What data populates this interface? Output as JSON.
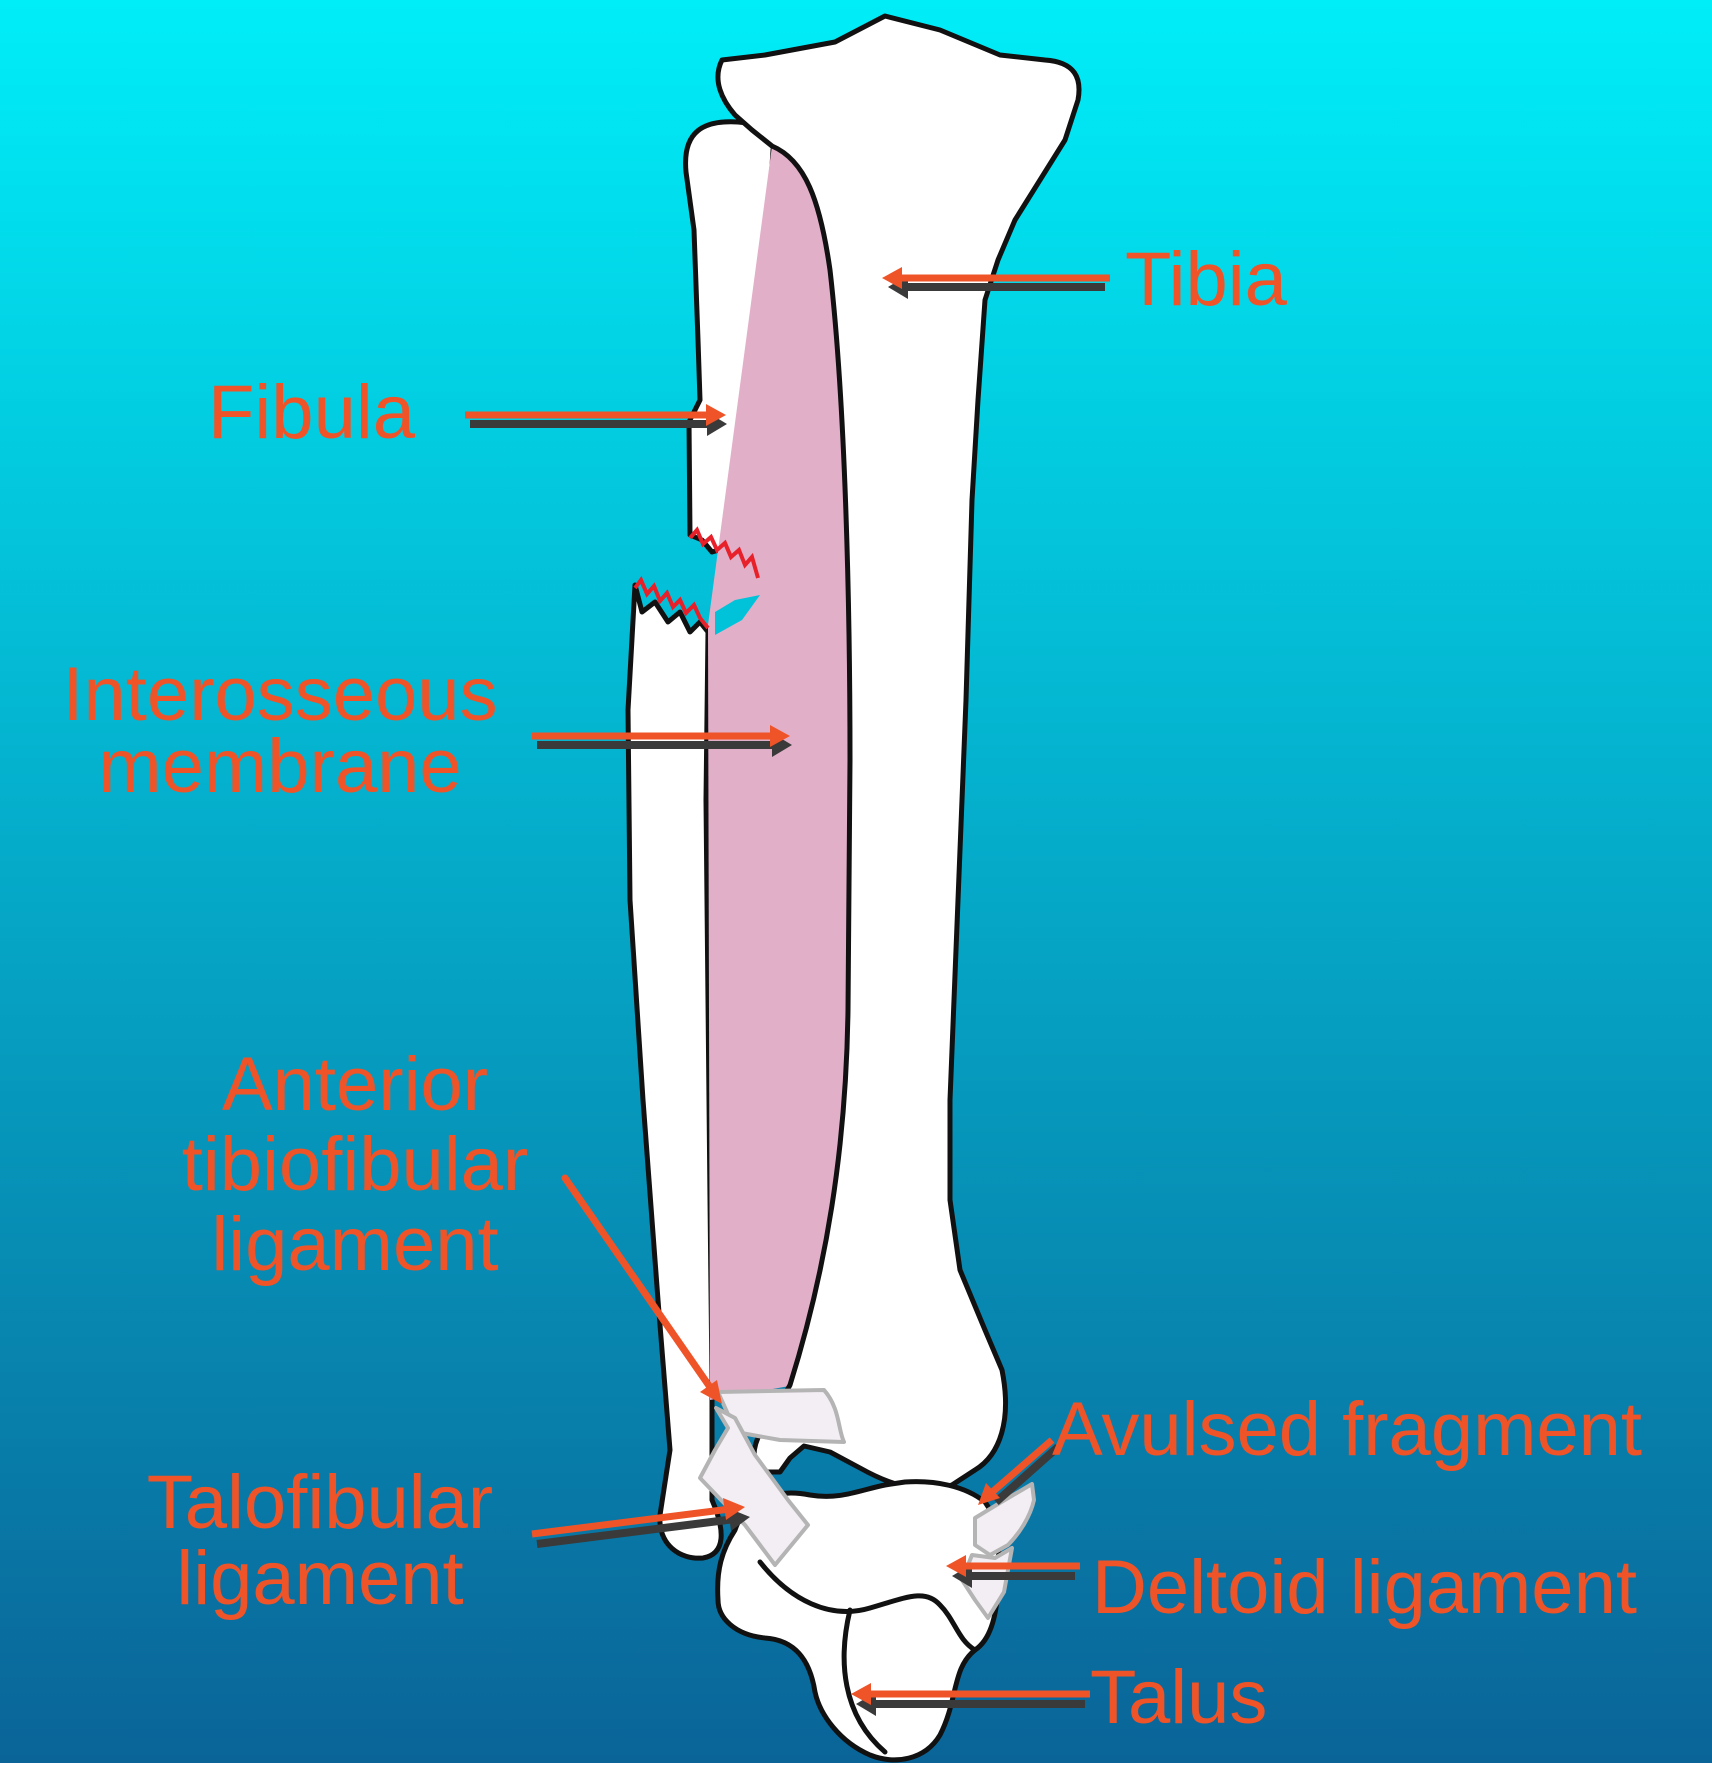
{
  "colors": {
    "background_top": "#00eef8",
    "background_bottom": "#0a6498",
    "label": "#ef5428",
    "arrow_shadow": "#3a3a3a",
    "bone_fill": "#ffffff",
    "bone_outline": "#111111",
    "membrane": "#e2afc8",
    "fracture_line": "#e8202a",
    "ligament_fill": "#f3eef3",
    "ligament_outline": "#b4b4b4"
  },
  "labels": {
    "tibia": "Tibia",
    "fibula": "Fibula",
    "interosseous_line1": "Interosseous",
    "interosseous_line2": "membrane",
    "anterior_line1": "Anterior",
    "anterior_line2": "tibiofibular",
    "anterior_line3": "ligament",
    "talofibular_line1": "Talofibular",
    "talofibular_line2": "ligament",
    "avulsed": "Avulsed fragment",
    "deltoid": "Deltoid ligament",
    "talus": "Talus"
  }
}
